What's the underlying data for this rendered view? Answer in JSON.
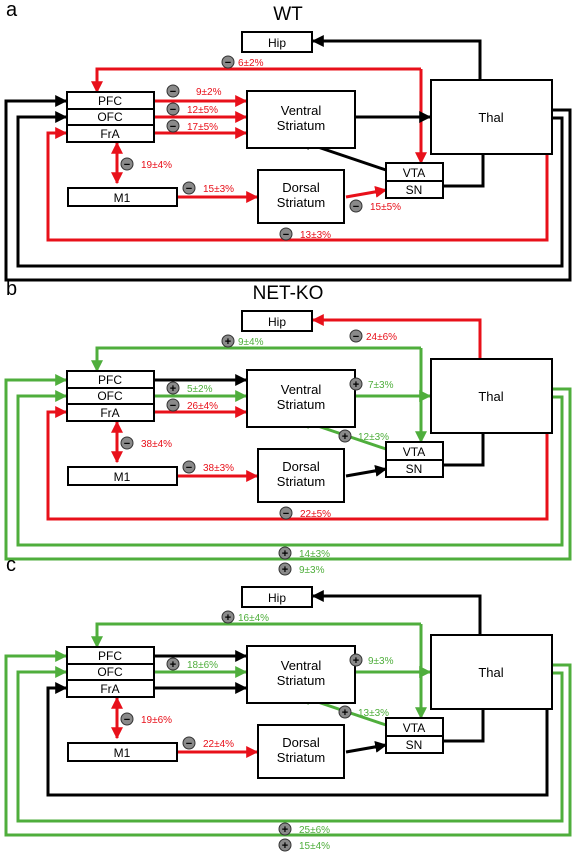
{
  "colors": {
    "red": "#e8101a",
    "green": "#4fae3c",
    "black": "#000000",
    "badge": "#8a8a8a"
  },
  "panels": [
    {
      "letter": "a",
      "title": "WT",
      "nodes": {
        "hip": "Hip",
        "pfc": "PFC",
        "ofc": "OFC",
        "fra": "FrA",
        "m1": "M1",
        "vs1": "Ventral",
        "vs2": "Striatum",
        "ds1": "Dorsal",
        "ds2": "Striatum",
        "vta": "VTA",
        "sn": "SN",
        "thal": "Thal"
      },
      "edges": {
        "pfc_vs": {
          "sign": "−",
          "value": "9±2%",
          "color": "red"
        },
        "ofc_vs": {
          "sign": "−",
          "value": "12±5%",
          "color": "red"
        },
        "fra_vs": {
          "sign": "−",
          "value": "17±5%",
          "color": "red"
        },
        "hip_pfc": {
          "sign": "−",
          "value": "6±2%",
          "color": "red"
        },
        "m1_fra": {
          "sign": "−",
          "value": "19±4%",
          "color": "red"
        },
        "m1_ds": {
          "sign": "−",
          "value": "15±3%",
          "color": "red"
        },
        "ds_vta": {
          "sign": "−",
          "value": "15±5%",
          "color": "red"
        },
        "thal_fra": {
          "sign": "−",
          "value": "13±3%",
          "color": "red"
        }
      }
    },
    {
      "letter": "b",
      "title": "NET-KO",
      "nodes": {
        "hip": "Hip",
        "pfc": "PFC",
        "ofc": "OFC",
        "fra": "FrA",
        "m1": "M1",
        "vs1": "Ventral",
        "vs2": "Striatum",
        "ds1": "Dorsal",
        "ds2": "Striatum",
        "vta": "VTA",
        "sn": "SN",
        "thal": "Thal"
      },
      "edges": {
        "thal_hip": {
          "sign": "−",
          "value": "24±6%",
          "color": "red"
        },
        "hip_pfc": {
          "sign": "+",
          "value": "9±4%",
          "color": "green"
        },
        "ofc_vs": {
          "sign": "+",
          "value": "5±2%",
          "color": "green"
        },
        "fra_vs": {
          "sign": "−",
          "value": "26±4%",
          "color": "red"
        },
        "vs_thal": {
          "sign": "+",
          "value": "7±3%",
          "color": "green"
        },
        "vta_vs": {
          "sign": "+",
          "value": "12±3%",
          "color": "green"
        },
        "m1_fra": {
          "sign": "−",
          "value": "38±4%",
          "color": "red"
        },
        "m1_ds": {
          "sign": "−",
          "value": "38±3%",
          "color": "red"
        },
        "thal_fra": {
          "sign": "−",
          "value": "22±5%",
          "color": "red"
        },
        "thal_ofc": {
          "sign": "+",
          "value": "14±3%",
          "color": "green"
        },
        "thal_pfc": {
          "sign": "+",
          "value": "9±3%",
          "color": "green"
        }
      }
    },
    {
      "letter": "c",
      "title": "",
      "nodes": {
        "hip": "Hip",
        "pfc": "PFC",
        "ofc": "OFC",
        "fra": "FrA",
        "m1": "M1",
        "vs1": "Ventral",
        "vs2": "Striatum",
        "ds1": "Dorsal",
        "ds2": "Striatum",
        "vta": "VTA",
        "sn": "SN",
        "thal": "Thal"
      },
      "edges": {
        "hip_pfc": {
          "sign": "+",
          "value": "16±4%",
          "color": "green"
        },
        "ofc_vs": {
          "sign": "+",
          "value": "18±6%",
          "color": "green"
        },
        "vs_thal": {
          "sign": "+",
          "value": "9±3%",
          "color": "green"
        },
        "vta_vs": {
          "sign": "+",
          "value": "13±3%",
          "color": "green"
        },
        "m1_fra": {
          "sign": "−",
          "value": "19±6%",
          "color": "red"
        },
        "m1_ds": {
          "sign": "−",
          "value": "22±4%",
          "color": "red"
        },
        "thal_ofc": {
          "sign": "+",
          "value": "25±6%",
          "color": "green"
        },
        "thal_pfc": {
          "sign": "+",
          "value": "15±4%",
          "color": "green"
        }
      }
    }
  ]
}
